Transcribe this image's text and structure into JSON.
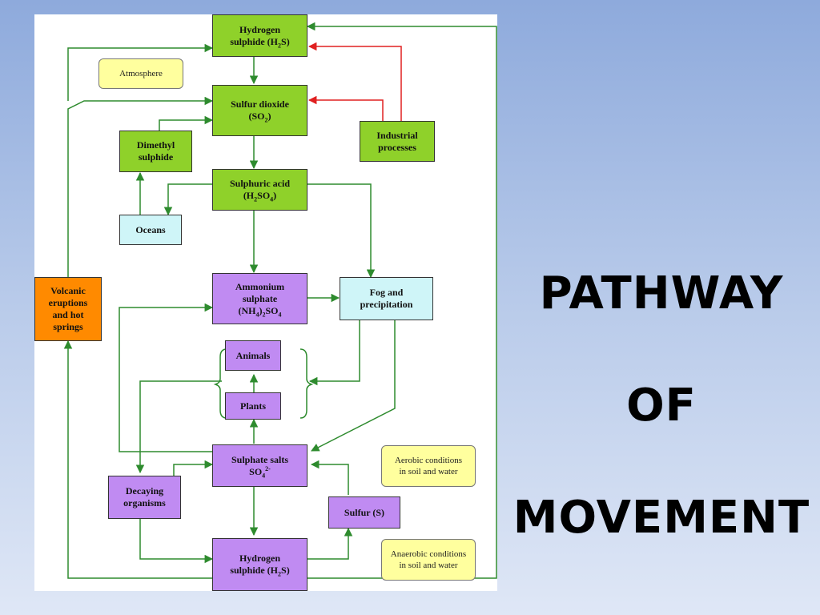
{
  "slide": {
    "title_lines": [
      "PATHWAY",
      "OF",
      "MOVEMENT"
    ]
  },
  "colors": {
    "green_box": "#8fd12a",
    "purple_box": "#c08bf2",
    "cyan_box": "#cff5f8",
    "orange_box": "#ff8a00",
    "note_box": "#ffff9e",
    "green_arrow": "#2e8b2e",
    "red_arrow": "#e02020"
  },
  "diagram": {
    "atmosphere_label": "Atmosphere",
    "h2s_top": {
      "line1": "Hydrogen",
      "line2a": "sulphide (H",
      "line2sub": "2",
      "line2b": "S)"
    },
    "so2": {
      "line1": "Sulfur dioxide",
      "line2a": "(SO",
      "line2sub": "2",
      "line2b": ")"
    },
    "industrial": "Industrial\nprocesses",
    "dimethyl": "Dimethyl\nsulphide",
    "sulphuric": {
      "line1": "Sulphuric acid",
      "line2a": "(H",
      "sub1": "2",
      "line2b": "SO",
      "sub2": "4",
      "line2c": ")"
    },
    "oceans": "Oceans",
    "volcanic": "Volcanic\neruptions\nand hot\nsprings",
    "ammonium": {
      "line1": "Ammonium",
      "line2": "sulphate",
      "line3a": "(NH",
      "sub1": "4",
      "line3b": ")",
      "sub2": "2",
      "line3c": "SO",
      "sub3": "4"
    },
    "fog": "Fog and\nprecipitation",
    "animals": "Animals",
    "plants": "Plants",
    "sulphate_salts": {
      "line1": "Sulphate salts",
      "line2a": "SO",
      "sub": "4",
      "sup": "2-"
    },
    "aerobic": "Aerobic conditions\nin soil and water",
    "decaying": "Decaying\norganisms",
    "sulfur": "Sulfur (S)",
    "h2s_bottom": {
      "line1": "Hydrogen",
      "line2a": "sulphide (H",
      "line2sub": "2",
      "line2b": "S)"
    },
    "anaerobic": "Anaerobic conditions\nin soil and water"
  }
}
